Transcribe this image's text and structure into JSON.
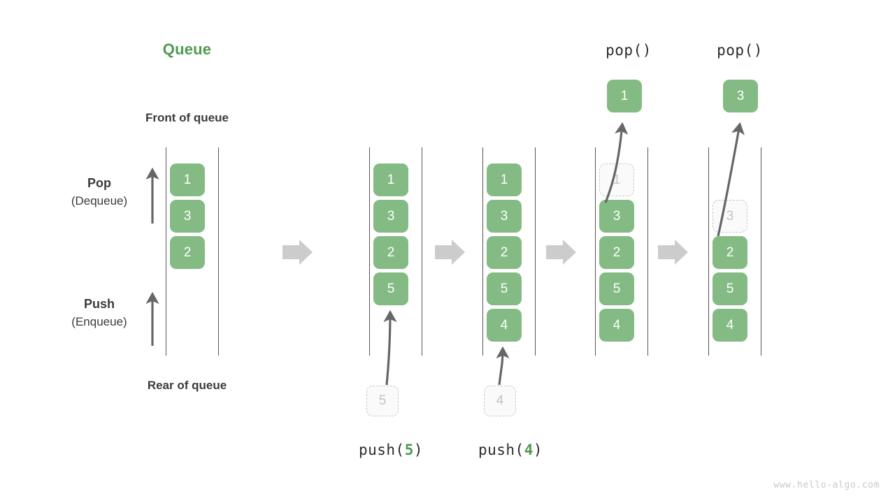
{
  "diagram": {
    "title": "Queue",
    "front_label": "Front of queue",
    "rear_label": "Rear of queue",
    "watermark": "www.hello-algo.com",
    "accent_green": "#4f9b4f",
    "cell_green": "#84bb84",
    "ghost_gray": "#c4c4c4",
    "rail_gray": "#555555",
    "flow_arrow_gray": "#cccccc"
  },
  "side_labels": {
    "pop": {
      "big": "Pop",
      "sub": "(Dequeue)"
    },
    "push": {
      "big": "Push",
      "sub": "(Enqueue)"
    }
  },
  "columns": [
    {
      "name": "initial-queue",
      "cells": [
        {
          "value": "1",
          "state": "filled"
        },
        {
          "value": "3",
          "state": "filled"
        },
        {
          "value": "2",
          "state": "filled"
        }
      ],
      "caption": null,
      "popped": null,
      "incoming": null
    },
    {
      "name": "after-push-5",
      "cells": [
        {
          "value": "1",
          "state": "filled"
        },
        {
          "value": "3",
          "state": "filled"
        },
        {
          "value": "2",
          "state": "filled"
        },
        {
          "value": "5",
          "state": "filled"
        }
      ],
      "caption": {
        "fn": "push(",
        "num": "5",
        "close": ")"
      },
      "popped": null,
      "incoming": {
        "value": "5"
      }
    },
    {
      "name": "after-push-4",
      "cells": [
        {
          "value": "1",
          "state": "filled"
        },
        {
          "value": "3",
          "state": "filled"
        },
        {
          "value": "2",
          "state": "filled"
        },
        {
          "value": "5",
          "state": "filled"
        },
        {
          "value": "4",
          "state": "filled"
        }
      ],
      "caption": {
        "fn": "push(",
        "num": "4",
        "close": ")"
      },
      "popped": null,
      "incoming": {
        "value": "4"
      }
    },
    {
      "name": "after-pop-1",
      "cells": [
        {
          "value": "1",
          "state": "ghost"
        },
        {
          "value": "3",
          "state": "filled"
        },
        {
          "value": "2",
          "state": "filled"
        },
        {
          "value": "5",
          "state": "filled"
        },
        {
          "value": "4",
          "state": "filled"
        }
      ],
      "caption": null,
      "op_label": "pop()",
      "popped": {
        "value": "1"
      },
      "incoming": null
    },
    {
      "name": "after-pop-3",
      "cells": [
        {
          "value": "",
          "state": "empty"
        },
        {
          "value": "3",
          "state": "ghost"
        },
        {
          "value": "2",
          "state": "filled"
        },
        {
          "value": "5",
          "state": "filled"
        },
        {
          "value": "4",
          "state": "filled"
        }
      ],
      "caption": null,
      "op_label": "pop()",
      "popped": {
        "value": "3"
      },
      "incoming": null
    }
  ],
  "flow_arrows": [
    {
      "name": "flow-arrow-1"
    },
    {
      "name": "flow-arrow-2"
    },
    {
      "name": "flow-arrow-3"
    },
    {
      "name": "flow-arrow-4"
    }
  ],
  "direction_arrows": [
    {
      "name": "pop-direction-arrow"
    },
    {
      "name": "push-direction-arrow"
    }
  ]
}
